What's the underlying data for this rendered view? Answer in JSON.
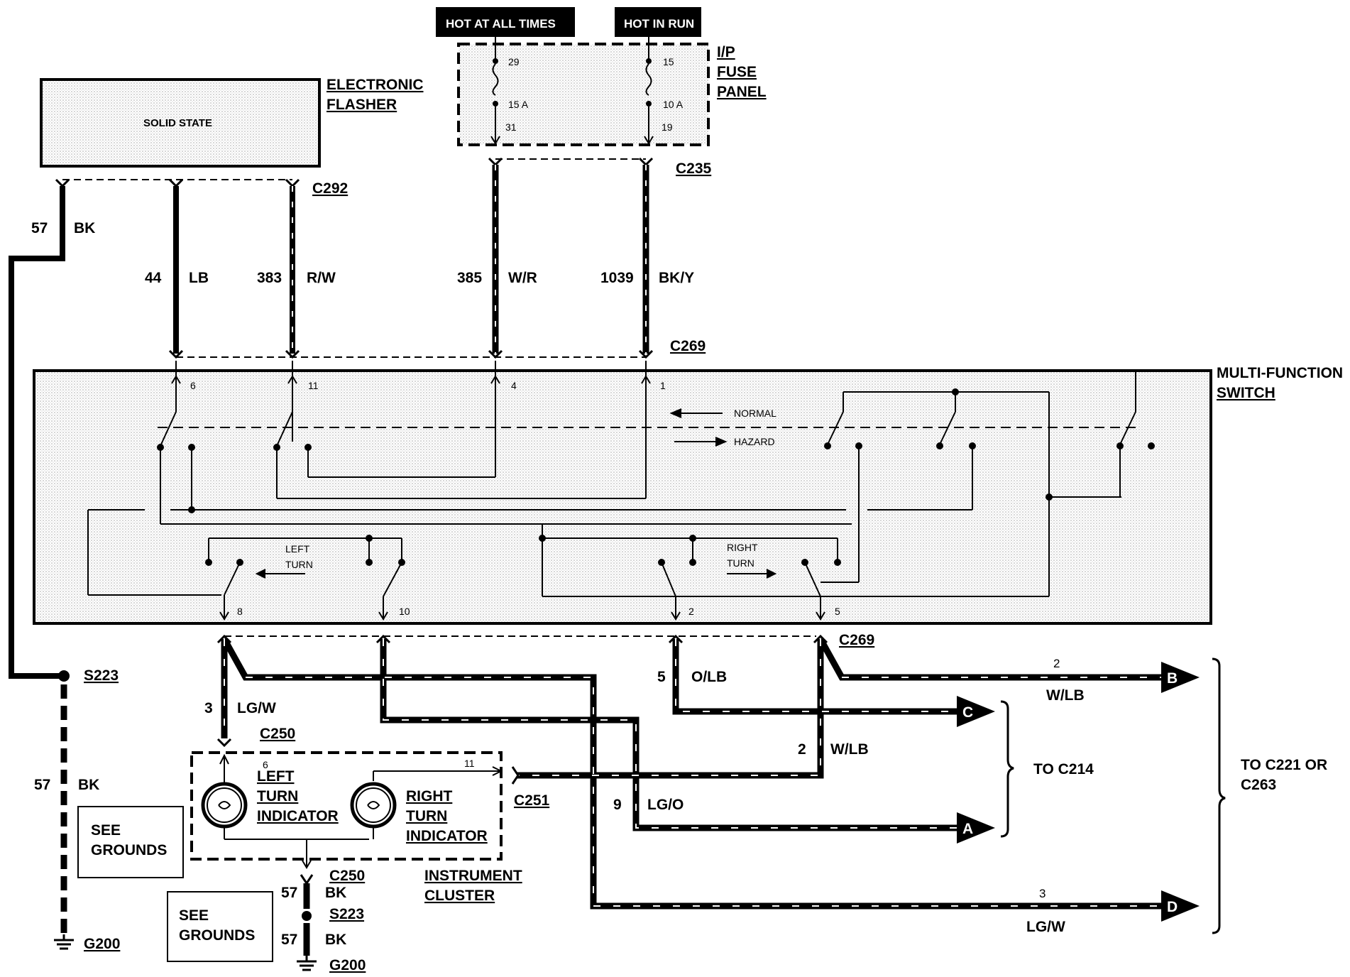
{
  "power": {
    "hot_all_times": "HOT AT ALL TIMES",
    "hot_in_run": "HOT IN RUN"
  },
  "fuse_panel": {
    "label": [
      "I/P",
      "FUSE",
      "PANEL"
    ],
    "fuse_a": {
      "in_pin": "29",
      "rating": "15 A",
      "out_pin": "31"
    },
    "fuse_b": {
      "in_pin": "15",
      "rating": "10 A",
      "out_pin": "19"
    }
  },
  "flasher": {
    "label": [
      "ELECTRONIC",
      "FLASHER"
    ],
    "inner": "SOLID STATE"
  },
  "connectors": {
    "c292": "C292",
    "c235": "C235",
    "c269_top": "C269",
    "c269_bottom": "C269",
    "c250_top": "C250",
    "c250_bottom": "C250",
    "c251": "C251",
    "s223_a": "S223",
    "s223_b": "S223",
    "g200_a": "G200",
    "g200_b": "G200"
  },
  "wires": {
    "w57a": {
      "circuit": "57",
      "color": "BK"
    },
    "w44": {
      "circuit": "44",
      "color": "LB"
    },
    "w383": {
      "circuit": "383",
      "color": "R/W"
    },
    "w385": {
      "circuit": "385",
      "color": "W/R"
    },
    "w1039": {
      "circuit": "1039",
      "color": "BK/Y"
    },
    "w3": {
      "circuit": "3",
      "color": "LG/W"
    },
    "w5": {
      "circuit": "5",
      "color": "O/LB"
    },
    "w2": {
      "circuit": "2",
      "color": "W/LB"
    },
    "w9": {
      "circuit": "9",
      "color": "LG/O"
    },
    "w57b": {
      "circuit": "57",
      "color": "BK"
    },
    "w57c": {
      "circuit": "57",
      "color": "BK"
    },
    "w57d": {
      "circuit": "57",
      "color": "BK"
    },
    "toB": {
      "circuit": "2",
      "color": "W/LB"
    },
    "toD": {
      "circuit": "3",
      "color": "LG/W"
    }
  },
  "mfs": {
    "label": [
      "MULTI-FUNCTION",
      "SWITCH"
    ],
    "normal": "NORMAL",
    "hazard": "HAZARD",
    "left_turn": [
      "LEFT",
      "TURN"
    ],
    "right_turn": [
      "RIGHT",
      "TURN"
    ],
    "pins_top": [
      "6",
      "11",
      "4",
      "1"
    ],
    "pins_bottom": [
      "8",
      "10",
      "2",
      "5"
    ]
  },
  "cluster": {
    "left_indicator": [
      "LEFT",
      "TURN",
      "INDICATOR"
    ],
    "right_indicator": [
      "RIGHT",
      "TURN",
      "INDICATOR"
    ],
    "pin_left": "6",
    "pin_right": "11",
    "label": [
      "INSTRUMENT",
      "CLUSTER"
    ]
  },
  "grounds": {
    "see_a": [
      "SEE",
      "GROUNDS"
    ],
    "see_b": [
      "SEE",
      "GROUNDS"
    ]
  },
  "destinations": {
    "a": "A",
    "b": "B",
    "c": "C",
    "d": "D",
    "to_c214": "TO C214",
    "to_c221": [
      "TO C221 OR",
      "C263"
    ]
  }
}
